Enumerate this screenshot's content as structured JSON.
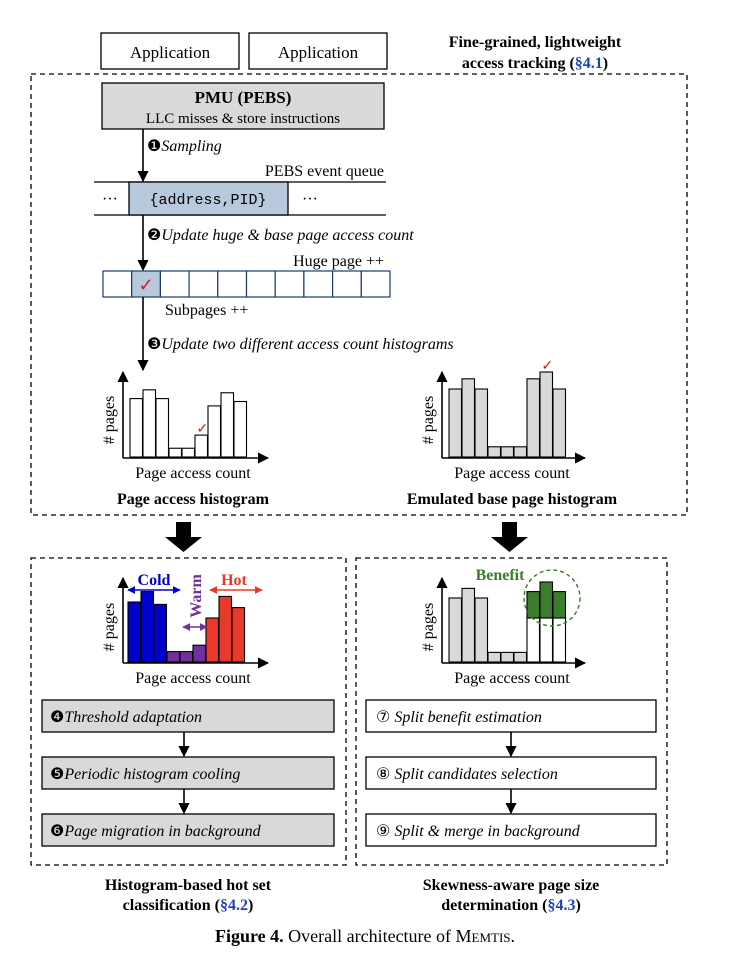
{
  "applications": [
    "Application",
    "Application"
  ],
  "tracking": {
    "title_line1": "Fine-grained, lightweight",
    "title_line2_prefix": "access tracking (",
    "title_ref": "§4.1",
    "title_suffix": ")",
    "pmu_title": "PMU (PEBS)",
    "pmu_subtitle": "LLC misses & store instructions",
    "step1": "Sampling",
    "queue_label": "PEBS event queue",
    "queue_entry": "{address,PID}",
    "queue_ellipsis": "···",
    "step2": "Update huge & base page access count",
    "hugepage_label": "Huge page ++",
    "subpages_label": "Subpages ++",
    "step3": "Update two different access count histograms"
  },
  "histograms": {
    "ylabel": "# pages",
    "xlabel": "Page access count",
    "page_access_title": "Page access histogram",
    "emulated_title": "Emulated base page histogram"
  },
  "classification": {
    "cold": "Cold",
    "warm": "Warm",
    "hot": "Hot",
    "step4": "Threshold adaptation",
    "step5": "Periodic histogram cooling",
    "step6": "Page migration in background",
    "caption_line1": "Histogram-based hot set",
    "caption_line2_prefix": "classification (",
    "caption_ref": "§4.2",
    "caption_suffix": ")"
  },
  "skewness": {
    "benefit": "Benefit",
    "step7": "Split benefit estimation",
    "step8": "Split candidates selection",
    "step9": "Split & merge in background",
    "caption_line1": "Skewness-aware page size",
    "caption_line2_prefix": "determination (",
    "caption_ref": "§4.3",
    "caption_suffix": ")"
  },
  "bullets": {
    "b1": "❶",
    "b2": "❷",
    "b3": "❸",
    "b4": "❹",
    "b5": "❺",
    "b6": "❻",
    "b7": "⑦",
    "b8": "⑧",
    "b9": "⑨"
  },
  "check": "✓",
  "caption": {
    "label": "Figure 4.",
    "text": "Overall architecture of ",
    "name": "Memtis",
    "end": "."
  },
  "colors": {
    "cold": "#0000cc",
    "warm": "#7030a0",
    "hot": "#e8392a",
    "benefit": "#3a7d2c",
    "ref": "#1f3fbf",
    "gray": "#d9d9d9",
    "check": "#d02020"
  },
  "bars": {
    "page_access": [
      0.8,
      0.92,
      0.8,
      0.12,
      0.12,
      0.3,
      0.7,
      0.88,
      0.76
    ],
    "emulated": [
      0.8,
      0.92,
      0.8,
      0.12,
      0.12,
      0.12,
      0.92,
      1.0,
      0.8
    ],
    "classification": [
      0.75,
      0.88,
      0.72,
      0.13,
      0.13,
      0.21,
      0.55,
      0.82,
      0.68
    ],
    "benefit_base": [
      0.8,
      0.92,
      0.8,
      0.12,
      0.12,
      0.12,
      0.55,
      0.55,
      0.55
    ],
    "benefit_top": [
      0,
      0,
      0,
      0,
      0,
      0,
      0.33,
      0.45,
      0.33
    ]
  }
}
